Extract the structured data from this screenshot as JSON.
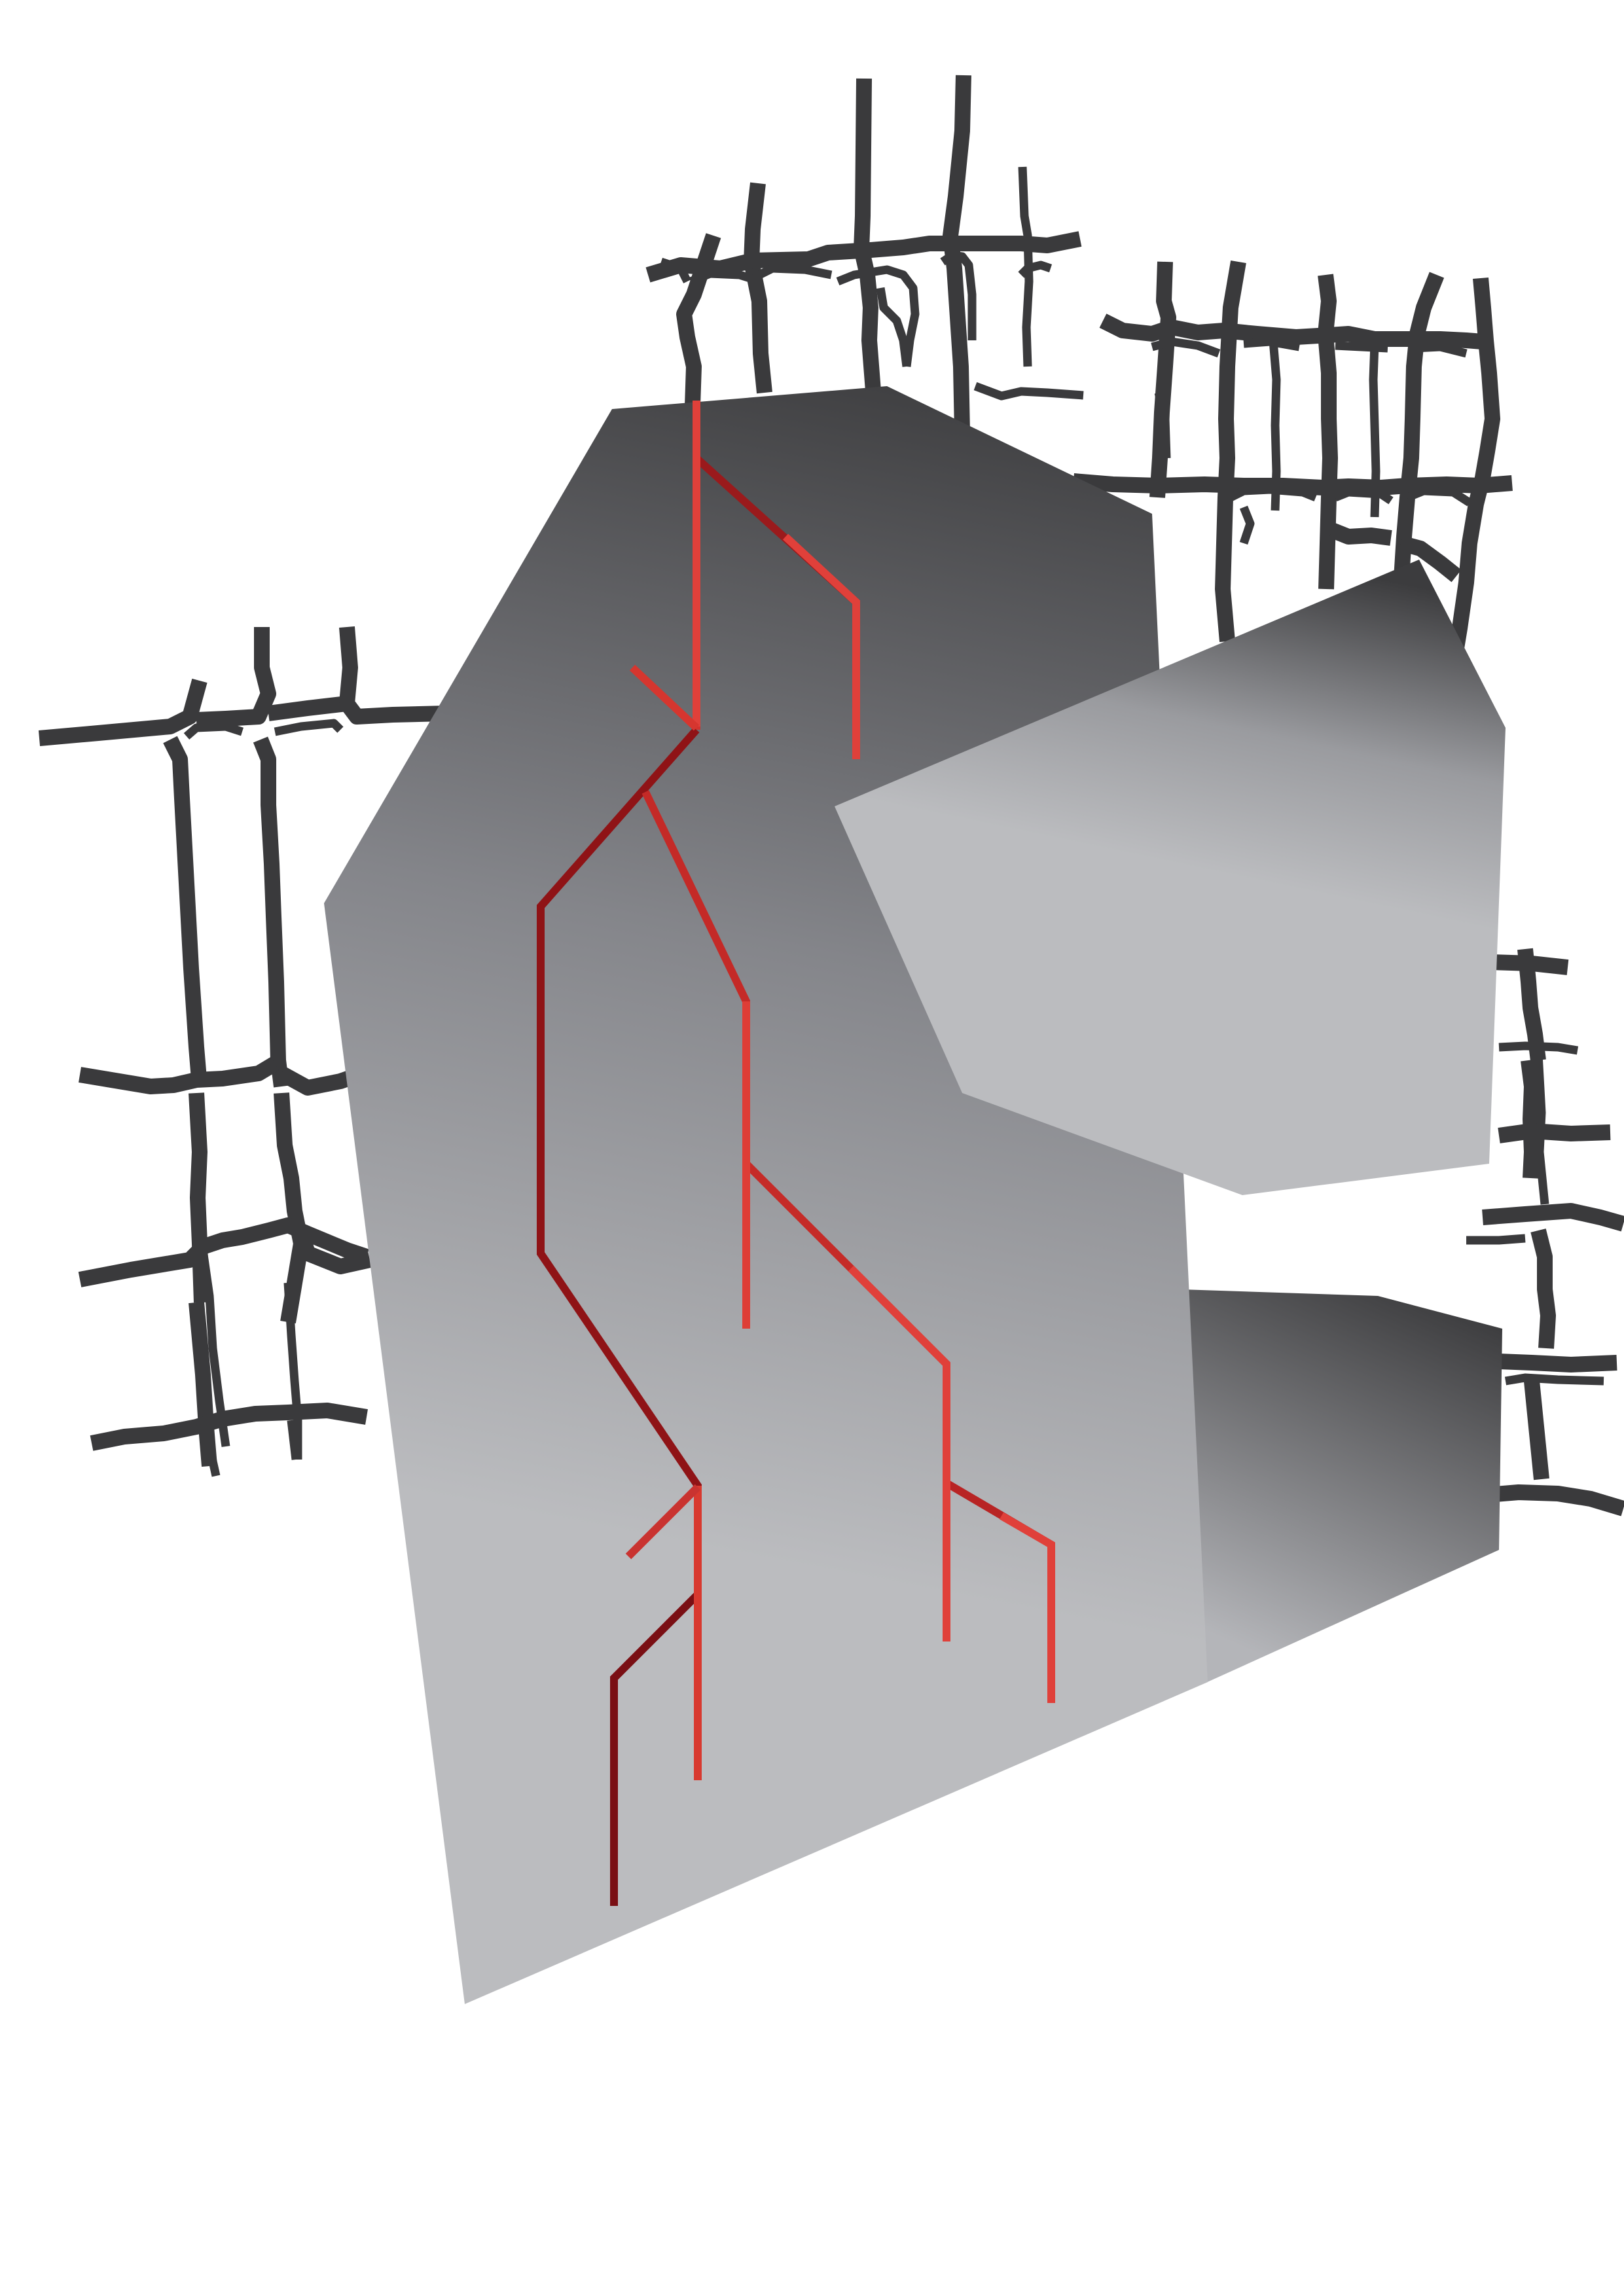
{
  "artwork": {
    "background_color": "#ffffff",
    "grid_color": "#3a3a3c",
    "panel_dark_color": "#3c3c3e",
    "panel_light_color": "#bbbcbf",
    "vein_dark_color": "#7a0f14",
    "vein_bright_color": "#e0403a",
    "elements": [
      "crack-grid-pattern",
      "grey-polygon-panels",
      "red-branching-lines"
    ]
  }
}
